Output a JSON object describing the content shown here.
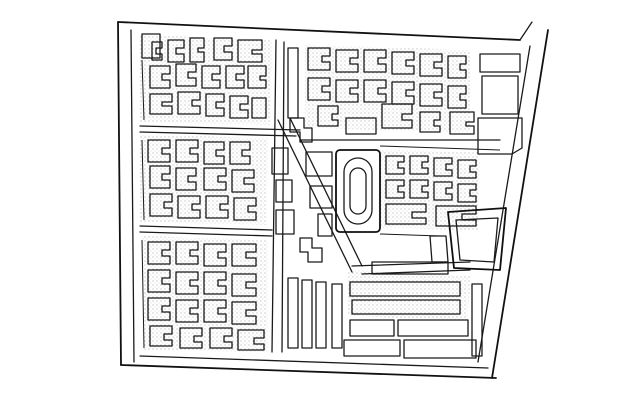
{
  "map": {
    "style": "black-and-white hand-drawn urban site plan",
    "ink_color": "#1a1a1a",
    "paper_color": "#ffffff",
    "stipple_color": "#6a6a6a"
  },
  "districts": [
    {
      "id": "northwest-residential",
      "type": "residential blocks"
    },
    {
      "id": "west-residential",
      "type": "residential blocks"
    },
    {
      "id": "southwest-residential",
      "type": "residential blocks"
    },
    {
      "id": "north-residential",
      "type": "residential blocks"
    },
    {
      "id": "central-school",
      "type": "campus with running track"
    },
    {
      "id": "east-campus",
      "type": "large institutional blocks"
    },
    {
      "id": "southeast-blocks",
      "type": "commercial slab blocks"
    }
  ]
}
